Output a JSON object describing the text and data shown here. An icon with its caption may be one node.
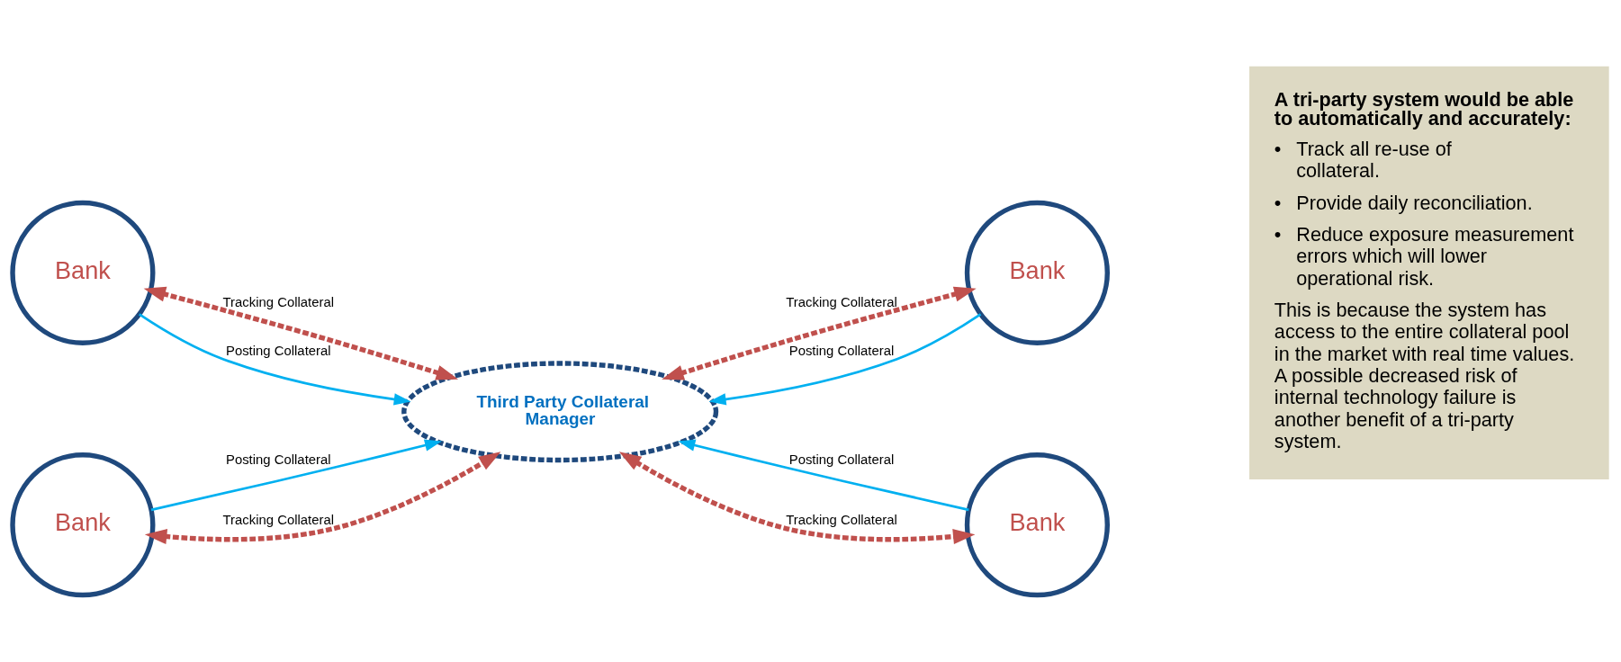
{
  "diagram": {
    "nodes": [
      {
        "text": [
          "Bank"
        ]
      },
      {
        "text": [
          "Bank"
        ]
      },
      {
        "text": [
          "Third Party Collateral Manager"
        ]
      },
      {
        "text": [
          "Bank"
        ]
      },
      {
        "text": [
          "Bank"
        ]
      },
      {
        "text": [
          "A tri-party system would be able to automatically and accurately:",
          "Track all re-use of collateral.",
          "Provide daily reconciliation.",
          "Reduce exposure measurement errors which will lower operational risk.",
          "This is because the system has access to the entire collateral pool in the market with real time values. A possible decreased risk of internal technology failure is another benefit of a tri-party system."
        ]
      }
    ],
    "edges": [
      {
        "from": 0,
        "to": 2,
        "arrow": "both",
        "label": "Tracking Collateral",
        "style": "dashed",
        "color": "#c0504d"
      },
      {
        "from": 0,
        "to": 2,
        "arrow": "to",
        "label": "Posting Collateral",
        "color": "#00b0f0"
      },
      {
        "from": 1,
        "to": 2,
        "arrow": "both",
        "label": "Tracking Collateral",
        "style": "dashed",
        "color": "#c0504d"
      },
      {
        "from": 1,
        "to": 2,
        "arrow": "to",
        "label": "Posting Collateral",
        "color": "#00b0f0"
      },
      {
        "from": 3,
        "to": 2,
        "arrow": "to",
        "label": "Posting Collateral",
        "color": "#00b0f0"
      },
      {
        "from": 3,
        "to": 2,
        "arrow": "both",
        "label": "Tracking Collateral",
        "style": "dashed",
        "color": "#c0504d"
      },
      {
        "from": 4,
        "to": 2,
        "arrow": "to",
        "label": "Posting Collateral",
        "color": "#00b0f0"
      },
      {
        "from": 4,
        "to": 2,
        "arrow": "both",
        "label": "Tracking Collateral",
        "style": "dashed",
        "color": "#c0504d"
      }
    ],
    "labels": [
      "•",
      "•",
      "•"
    ]
  }
}
